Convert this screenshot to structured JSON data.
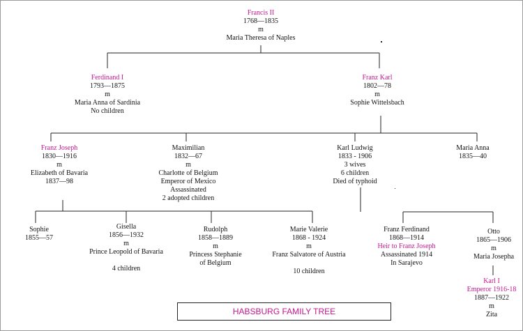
{
  "diagram": {
    "title": "HABSBURG FAMILY TREE",
    "accent_color": "#c4168f",
    "nodes": {
      "francis": {
        "lines": [
          "Francis II",
          "1768—1835",
          "m",
          "Maria Theresa of Naples"
        ]
      },
      "ferdinand": {
        "lines": [
          "Ferdinand I",
          "1793—1875",
          "m",
          "Maria Anna of  Sardinia",
          "No children"
        ]
      },
      "franzkarl": {
        "lines": [
          "Franz Karl",
          "1802—78",
          "m",
          "Sophie Wittelsbach"
        ]
      },
      "franzjoseph": {
        "lines": [
          "Franz Joseph",
          "1830—1916",
          "m",
          "Elizabeth of Bavaria",
          "1837—98"
        ]
      },
      "maximilian": {
        "lines": [
          "Maximilian",
          "1832—67",
          "m",
          "Charlotte of Belgium",
          "Emperor of Mexico",
          "Assassinated",
          "2 adopted  children"
        ]
      },
      "karlludwig": {
        "lines": [
          "Karl Ludwig",
          "1833 - 1906",
          "3 wives",
          "6 children",
          "Died of typhoid"
        ]
      },
      "mariaanna": {
        "lines": [
          "Maria Anna",
          "1835—40"
        ]
      },
      "sophie": {
        "lines": [
          "Sophie",
          "1855—57"
        ]
      },
      "gisella": {
        "lines": [
          "Gisella",
          "1856—1932",
          "m",
          "Prince Leopold of Bavaria",
          "",
          "4 children"
        ]
      },
      "rudolph": {
        "lines": [
          "Rudolph",
          "1858—1889",
          "m",
          "Princess Stephanie",
          "of Belgium"
        ]
      },
      "marievalerie": {
        "lines": [
          "Marie Valerie",
          "1868 - 1924",
          "m",
          "Franz Salvatore of Austria",
          "",
          "10 children"
        ]
      },
      "franzferdinand": {
        "lines": [
          "Franz Ferdinand",
          "1868—1914",
          "Heir to Franz Joseph",
          "Assassinated 1914",
          "In Sarajevo"
        ]
      },
      "otto": {
        "lines": [
          "Otto",
          "1865—1906",
          "m",
          "Maria Josepha"
        ]
      },
      "karl": {
        "lines": [
          "Karl I",
          "Emperor 1916-18",
          "1887—1922",
          "m",
          "Zita"
        ]
      }
    }
  }
}
